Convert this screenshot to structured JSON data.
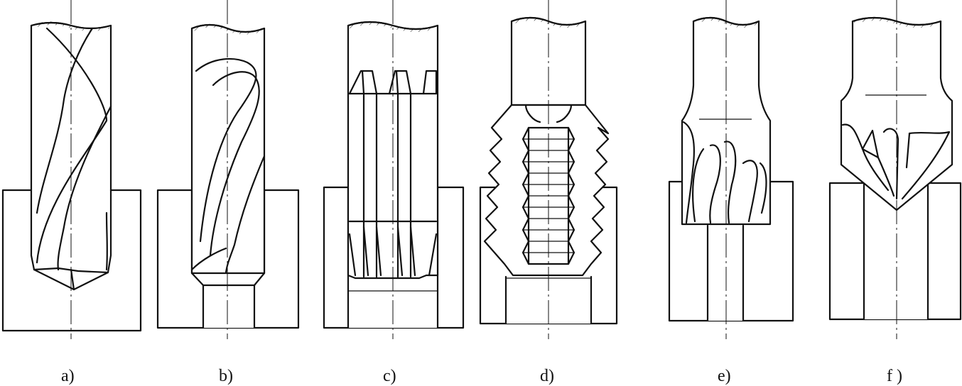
{
  "figure": {
    "labels": [
      "a)",
      "b)",
      "c)",
      "d)",
      "e)",
      "f )"
    ]
  }
}
